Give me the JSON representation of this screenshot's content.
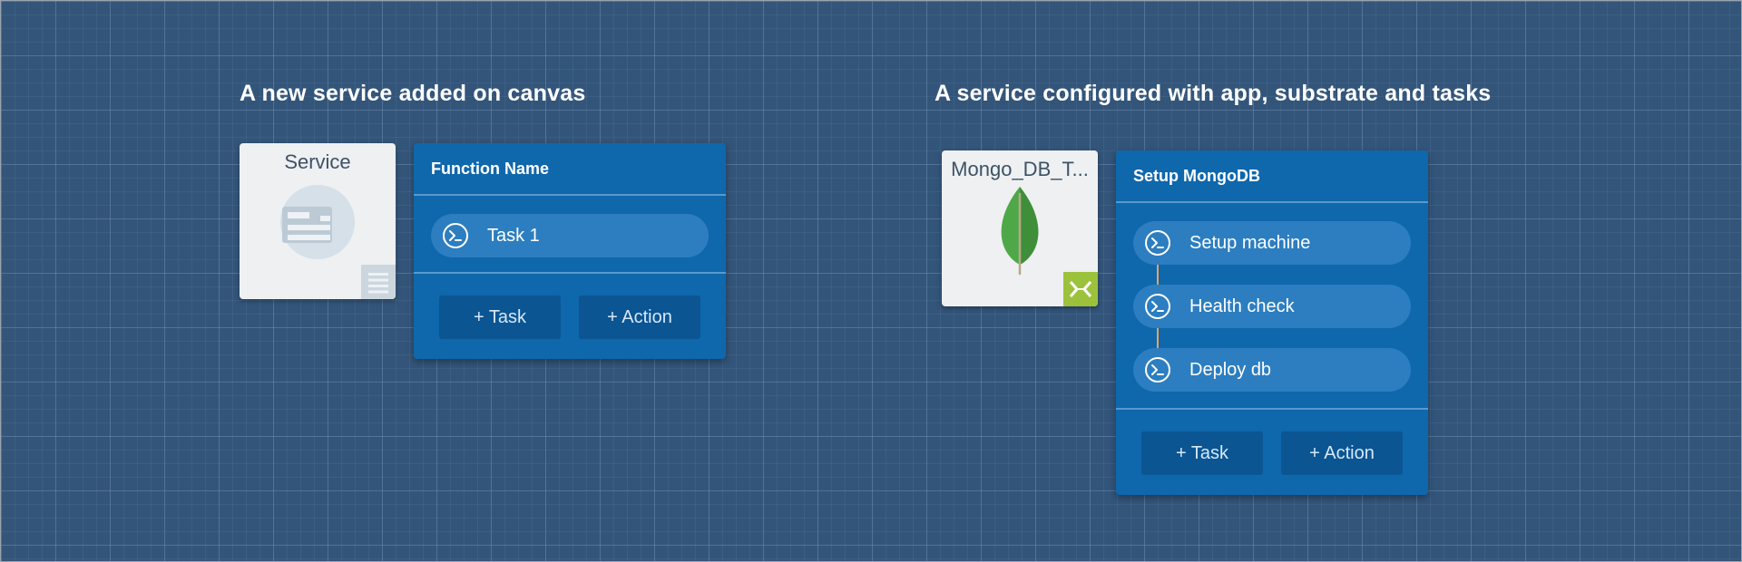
{
  "left": {
    "title": "A new service added on canvas",
    "service": {
      "name": "Service",
      "icon": "service-placeholder-icon",
      "badge_icon": "list-icon"
    },
    "panel": {
      "title": "Function Name",
      "tasks": [
        {
          "label": "Task 1",
          "icon": "terminal-icon"
        }
      ],
      "add_task_label": "+ Task",
      "add_action_label": "+ Action"
    }
  },
  "right": {
    "title": "A service configured with app, substrate and tasks",
    "service": {
      "name": "Mongo_DB_T...",
      "icon": "mongodb-leaf-icon",
      "badge_icon": "nutanix-x-icon"
    },
    "panel": {
      "title": "Setup MongoDB",
      "tasks": [
        {
          "label": "Setup machine",
          "icon": "terminal-icon"
        },
        {
          "label": "Health check",
          "icon": "terminal-icon"
        },
        {
          "label": "Deploy db",
          "icon": "terminal-icon"
        }
      ],
      "add_task_label": "+ Task",
      "add_action_label": "+ Action"
    }
  },
  "colors": {
    "canvas_bg": "#33557a",
    "panel_bg": "#0f67ac",
    "task_pill": "#2c7ec0",
    "button_bg": "#0b5593",
    "flow_arrow": "#e8a25a",
    "nutanix_badge": "#9cc23c",
    "mongodb_leaf": "#4fa847"
  }
}
